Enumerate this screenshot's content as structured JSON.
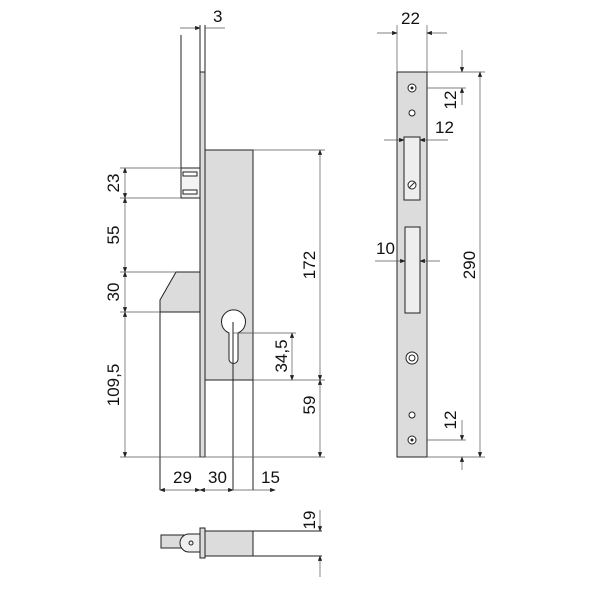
{
  "side_view": {
    "dim_faceplate_thickness": "3",
    "dim_latch": "23",
    "dim_latch_to_bolt": "55",
    "dim_bolt": "30",
    "dim_bolt_to_bottom": "109,5",
    "dim_case_height": "172",
    "dim_keyhole": "34,5",
    "dim_bottom": "59",
    "dim_bolt_throw": "29",
    "dim_backset": "30",
    "dim_rear": "15"
  },
  "bottom_view": {
    "dim_thickness": "19"
  },
  "front_view": {
    "dim_width": "22",
    "dim_top_screw": "12",
    "dim_latch_width": "12",
    "dim_bolt_width": "10",
    "dim_height": "290",
    "dim_bottom_screw": "12"
  }
}
